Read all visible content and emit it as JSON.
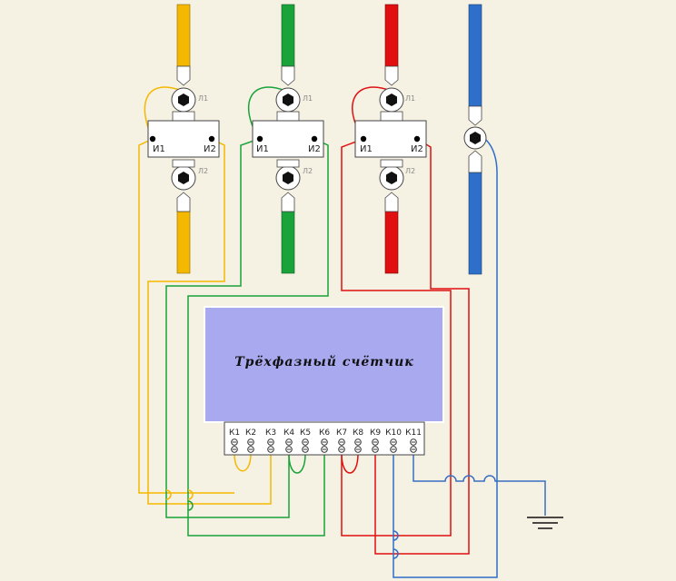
{
  "colors": {
    "background": "#f5f1e3",
    "phase_a": "#f5b800",
    "phase_b": "#1aa33a",
    "phase_c": "#e01010",
    "neutral": "#2e6fc9",
    "meter_body": "#a9a9f0",
    "ground_wire": "#3a6fc2"
  },
  "meter": {
    "title": "Трёхфазный счётчик",
    "terminals": [
      "К1",
      "К2",
      "К3",
      "К4",
      "К5",
      "К6",
      "К7",
      "К8",
      "К9",
      "К10",
      "К11"
    ]
  },
  "transformers": [
    {
      "phase_color": "#f5b800",
      "l1": "Л1",
      "l2": "Л2",
      "i1": "И1",
      "i2": "И2"
    },
    {
      "phase_color": "#1aa33a",
      "l1": "Л1",
      "l2": "Л2",
      "i1": "И1",
      "i2": "И2"
    },
    {
      "phase_color": "#e01010",
      "l1": "Л1",
      "l2": "Л2",
      "i1": "И1",
      "i2": "И2"
    }
  ],
  "neutral_icon": "bolt-icon",
  "ground_icon": "ground-icon"
}
